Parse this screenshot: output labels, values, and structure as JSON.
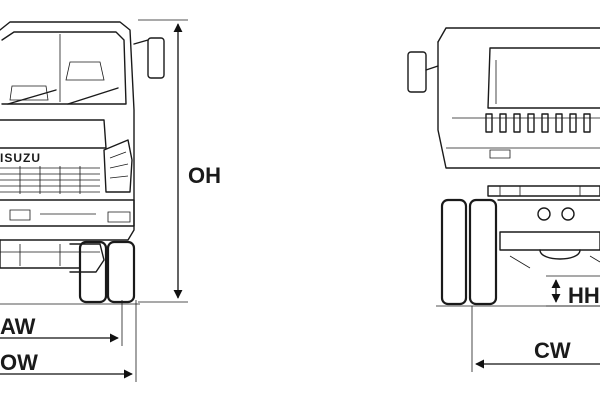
{
  "labels": {
    "overall_height": "OH",
    "axle_width": "AW",
    "overall_width": "OW",
    "hitch_height": "HH",
    "chassis_width": "CW"
  },
  "brand_text": "ISUZU",
  "colors": {
    "line": "#1a1a1a",
    "background": "#ffffff"
  }
}
